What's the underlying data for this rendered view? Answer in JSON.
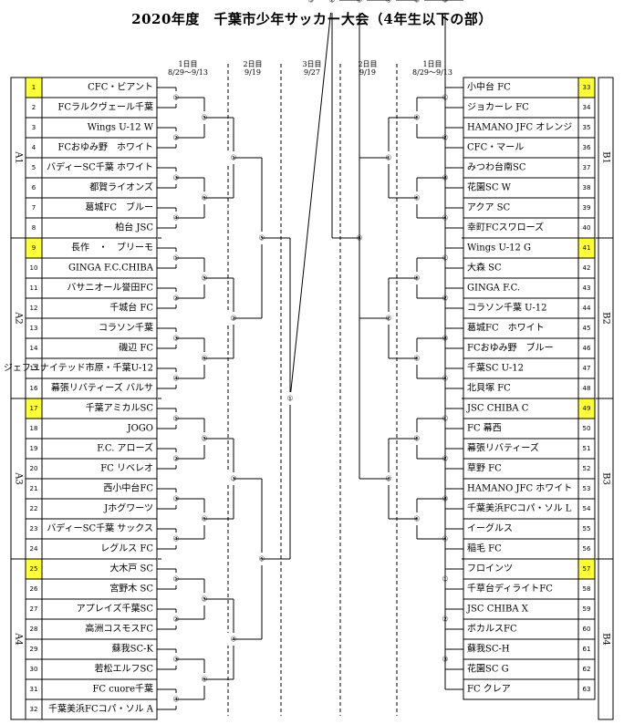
{
  "title": "2020年度　千葉市少年サッカー大会（4年生以下の部）",
  "rounds": [
    {
      "id": "l1",
      "day": "1日目",
      "date": "8/29～9/13"
    },
    {
      "id": "l2",
      "day": "2日目",
      "date": "9/19"
    },
    {
      "id": "c3",
      "day": "3日目",
      "date": "9/27"
    },
    {
      "id": "r2",
      "day": "2日目",
      "date": "9/19"
    },
    {
      "id": "r1",
      "day": "1日目",
      "date": "8/29～9/13"
    }
  ],
  "left_groups": [
    "A1",
    "A2",
    "A3",
    "A4"
  ],
  "right_groups": [
    "B1",
    "B2",
    "B3",
    "B4"
  ],
  "left_teams": [
    {
      "no": "1",
      "name": "CFC・ビアント",
      "seed": true
    },
    {
      "no": "2",
      "name": "FCラルクヴェール千葉"
    },
    {
      "no": "3",
      "name": "Wings U-12 W"
    },
    {
      "no": "4",
      "name": "FCおゆみ野　ホワイト"
    },
    {
      "no": "5",
      "name": "バディーSC千葉 ホワイト"
    },
    {
      "no": "6",
      "name": "都賀ライオンズ"
    },
    {
      "no": "7",
      "name": "葛城FC　ブルー"
    },
    {
      "no": "8",
      "name": "柏台 JSC"
    },
    {
      "no": "9",
      "name": "長作　・　ブリーモ",
      "seed": true
    },
    {
      "no": "10",
      "name": "GINGA F.C.CHIBA"
    },
    {
      "no": "11",
      "name": "バサニオール誉田FC"
    },
    {
      "no": "12",
      "name": "千城台 FC"
    },
    {
      "no": "13",
      "name": "コラソン千葉"
    },
    {
      "no": "14",
      "name": "磯辺 FC"
    },
    {
      "no": "15",
      "name": "ジェフユナイテッド市原・千葉U-12",
      "small": true
    },
    {
      "no": "16",
      "name": "幕張リバティーズ バルサ"
    },
    {
      "no": "17",
      "name": "千葉アミカルSC",
      "seed": true
    },
    {
      "no": "18",
      "name": "JOGO"
    },
    {
      "no": "19",
      "name": "F.C. アローズ"
    },
    {
      "no": "20",
      "name": "FC リベレオ"
    },
    {
      "no": "21",
      "name": "西小中台FC"
    },
    {
      "no": "22",
      "name": "Jホグワーツ"
    },
    {
      "no": "23",
      "name": "バディーSC千葉 サックス"
    },
    {
      "no": "24",
      "name": "レグルス FC"
    },
    {
      "no": "25",
      "name": "大木戸 SC",
      "seed": true
    },
    {
      "no": "26",
      "name": "宮野木 SC"
    },
    {
      "no": "27",
      "name": "アプレイズ千葉SC"
    },
    {
      "no": "28",
      "name": "高洲コスモスFC"
    },
    {
      "no": "29",
      "name": "蘇我SC-K"
    },
    {
      "no": "30",
      "name": "若松エルフSC"
    },
    {
      "no": "31",
      "name": "FC cuore千葉"
    },
    {
      "no": "32",
      "name": "千葉美浜FCコパ・ソル A"
    }
  ],
  "right_teams": [
    {
      "no": "33",
      "name": "小中台 FC",
      "seed": true
    },
    {
      "no": "34",
      "name": "ジョカーレ FC"
    },
    {
      "no": "35",
      "name": "HAMANO JFC オレンジ"
    },
    {
      "no": "36",
      "name": "CFC・マール"
    },
    {
      "no": "37",
      "name": "みつわ台南SC"
    },
    {
      "no": "38",
      "name": "花園SC W"
    },
    {
      "no": "39",
      "name": "アクア SC"
    },
    {
      "no": "40",
      "name": "幸町FCスワローズ"
    },
    {
      "no": "41",
      "name": "Wings U-12 G",
      "seed": true
    },
    {
      "no": "42",
      "name": "大森 SC"
    },
    {
      "no": "43",
      "name": "GINGA F.C."
    },
    {
      "no": "44",
      "name": "コラソン千葉 U-12"
    },
    {
      "no": "45",
      "name": "葛城FC　ホワイト"
    },
    {
      "no": "46",
      "name": "FCおゆみ野　ブルー"
    },
    {
      "no": "47",
      "name": "千葉SC U-12"
    },
    {
      "no": "48",
      "name": "北貝塚 FC"
    },
    {
      "no": "49",
      "name": "JSC CHIBA C",
      "seed": true
    },
    {
      "no": "50",
      "name": "FC 幕西"
    },
    {
      "no": "51",
      "name": "幕張リバティーズ"
    },
    {
      "no": "52",
      "name": "草野 FC"
    },
    {
      "no": "53",
      "name": "HAMANO JFC ホワイト"
    },
    {
      "no": "54",
      "name": "千葉美浜FCコパ・ソル L"
    },
    {
      "no": "55",
      "name": "イーグルス"
    },
    {
      "no": "56",
      "name": "稲毛 FC"
    },
    {
      "no": "57",
      "name": "フロインツ",
      "seed": true
    },
    {
      "no": "58",
      "name": "千草台ディライトFC"
    },
    {
      "no": "59",
      "name": "JSC CHIBA X"
    },
    {
      "no": "60",
      "name": "ボカルスFC"
    },
    {
      "no": "61",
      "name": "蘇我SC-H"
    },
    {
      "no": "62",
      "name": "花園SC G"
    },
    {
      "no": "63",
      "name": "FC クレア"
    }
  ],
  "match_labels": {
    "left": {
      "r1": [
        "①",
        "②",
        "③",
        "④",
        "①",
        "②",
        "③",
        "④",
        "①",
        "②",
        "③",
        "④",
        "①",
        "②",
        "③",
        "④"
      ],
      "r2": [
        "⑤",
        "⑥",
        "⑤",
        "⑥",
        "⑤",
        "⑥",
        "⑤",
        "⑥"
      ],
      "r3": [
        "①",
        "②",
        "③",
        "④"
      ],
      "r4": [
        "⑤",
        "⑥"
      ]
    },
    "right": {
      "r1": [
        "①",
        "②",
        "③",
        "④",
        "①",
        "②",
        "③",
        "④",
        "①",
        "②",
        "③",
        "④",
        "①",
        "②",
        "③"
      ],
      "r2": [
        "⑤",
        "⑥",
        "⑤",
        "⑥",
        "⑤",
        "⑥",
        "④",
        "⑤"
      ],
      "r3": [
        "①",
        "②",
        "③",
        "④"
      ],
      "r4": [
        "⑤",
        "⑥"
      ]
    },
    "semi_left": "①",
    "final": "③",
    "semi_right": "②"
  },
  "colors": {
    "seed": "#ffff33",
    "line": "#000000"
  }
}
